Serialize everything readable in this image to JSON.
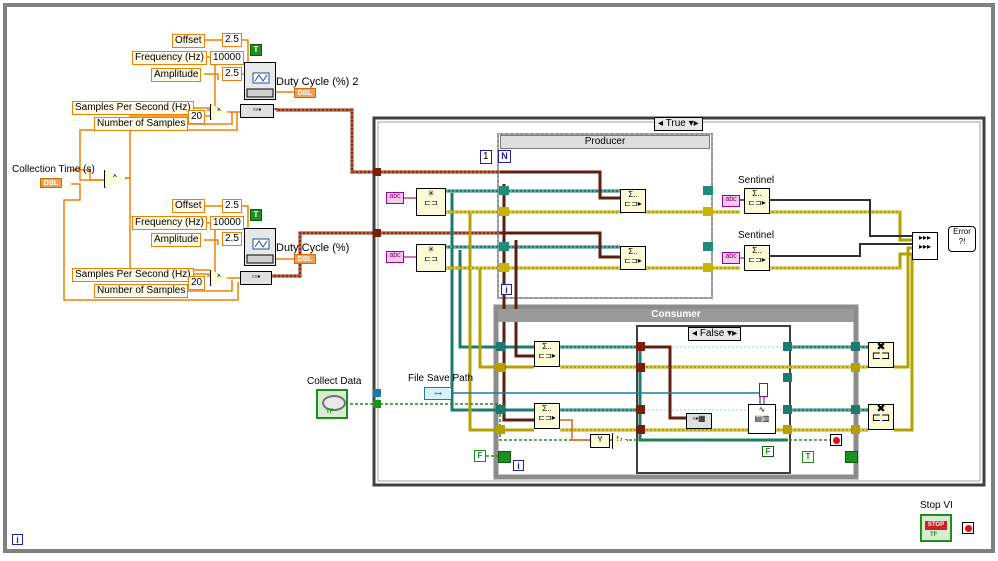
{
  "top_generator": {
    "offset_label": "Offset",
    "frequency_label": "Frequency (Hz)",
    "amplitude_label": "Amplitude",
    "offset_value": "2.5",
    "frequency_value": "10000",
    "amplitude_value": "2.5",
    "bool_const": "T",
    "duty_cycle_label": "Duty Cycle (%) 2",
    "dbl_tag": "DBL",
    "samples_per_second_label": "Samples Per Second (Hz)",
    "number_of_samples_label": "Number of Samples",
    "samples_const": "20"
  },
  "bottom_generator": {
    "offset_label": "Offset",
    "frequency_label": "Frequency (Hz)",
    "amplitude_label": "Amplitude",
    "offset_value": "2.5",
    "frequency_value": "10000",
    "amplitude_value": "2.5",
    "bool_const": "T",
    "duty_cycle_label": "Duty Cycle (%)",
    "dbl_tag": "DBL",
    "samples_per_second_label": "Samples Per Second (Hz)",
    "number_of_samples_label": "Number of Samples",
    "samples_const": "20"
  },
  "collection_time": {
    "label": "Collection Time (s)",
    "tag": "DBL"
  },
  "case_structure": {
    "selector": "True"
  },
  "producer": {
    "title": "Producer",
    "n_const": "1",
    "n_terminal": "N",
    "iteration": "i"
  },
  "consumer": {
    "title": "Consumer",
    "iteration": "i",
    "inner_case_selector": "False"
  },
  "sentinel_top": "Sentinel",
  "sentinel_bottom": "Sentinel",
  "collect_data": {
    "label": "Collect Data",
    "tag": "TF"
  },
  "file_save_path": {
    "label": "File Save Path"
  },
  "stop_vi": {
    "label": "Stop VI",
    "button_text": "STOP",
    "tag": "TF"
  },
  "false_const": "F",
  "true_const": "T",
  "error_node": "Error ?!",
  "main_iteration": "i",
  "colors": {
    "orange_wire": "#f08000",
    "error_wire": "#c8b400",
    "refnum_wire": "#7a1e0a",
    "queue_wire": "#1e8e7a",
    "path_wire": "#1e7aa0"
  }
}
